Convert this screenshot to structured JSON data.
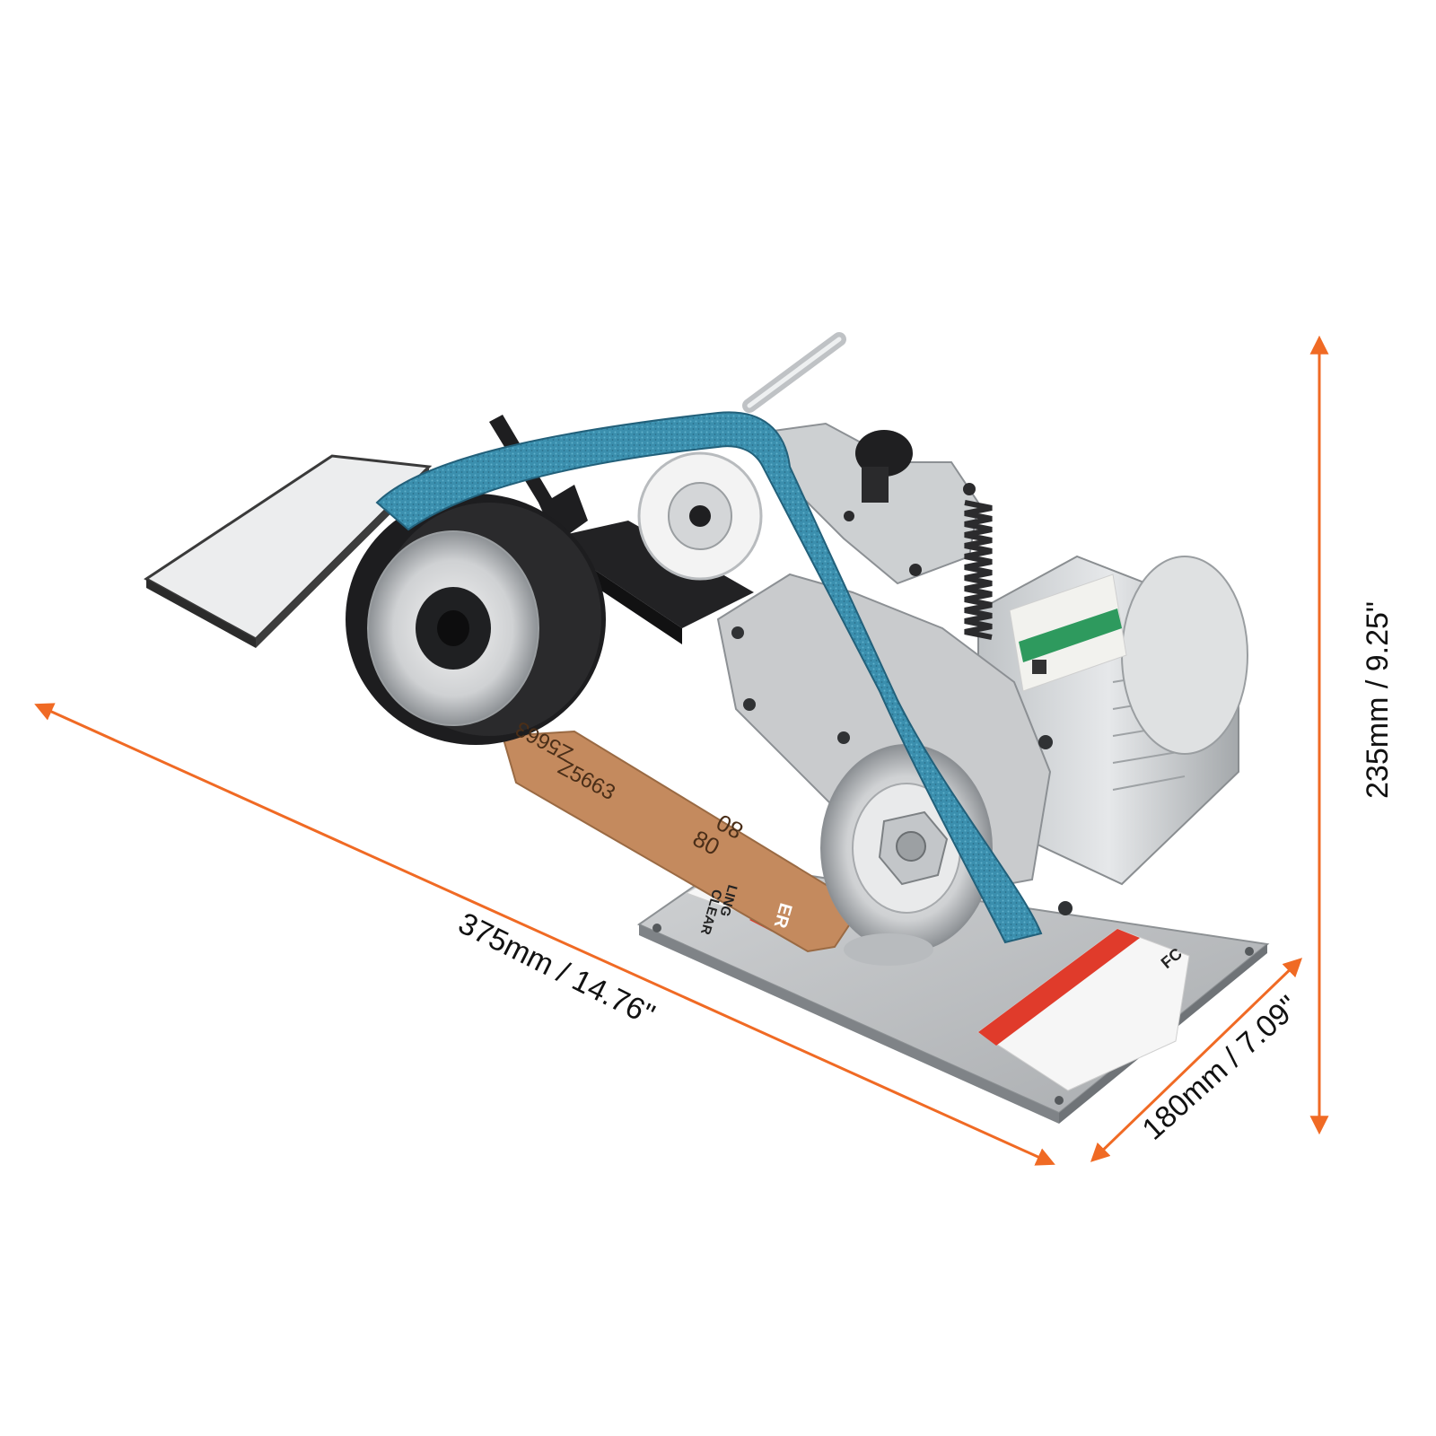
{
  "colors": {
    "arrow": "#f06a24",
    "belt": "#3b8fae",
    "strap": "#c48a5e",
    "metal": "#d4d6d8",
    "rubber": "#1d1d1f",
    "label_red": "#e03b2b"
  },
  "dimensions": {
    "length": "375mm / 14.76\"",
    "depth": "180mm / 7.09\"",
    "height": "235mm / 9.25\""
  },
  "product": {
    "strap_markings": [
      "Z5663",
      "Z5663",
      "80",
      "80"
    ],
    "base_label": [
      "LING",
      "CLEAR",
      "ER"
    ],
    "certification": "FC"
  }
}
